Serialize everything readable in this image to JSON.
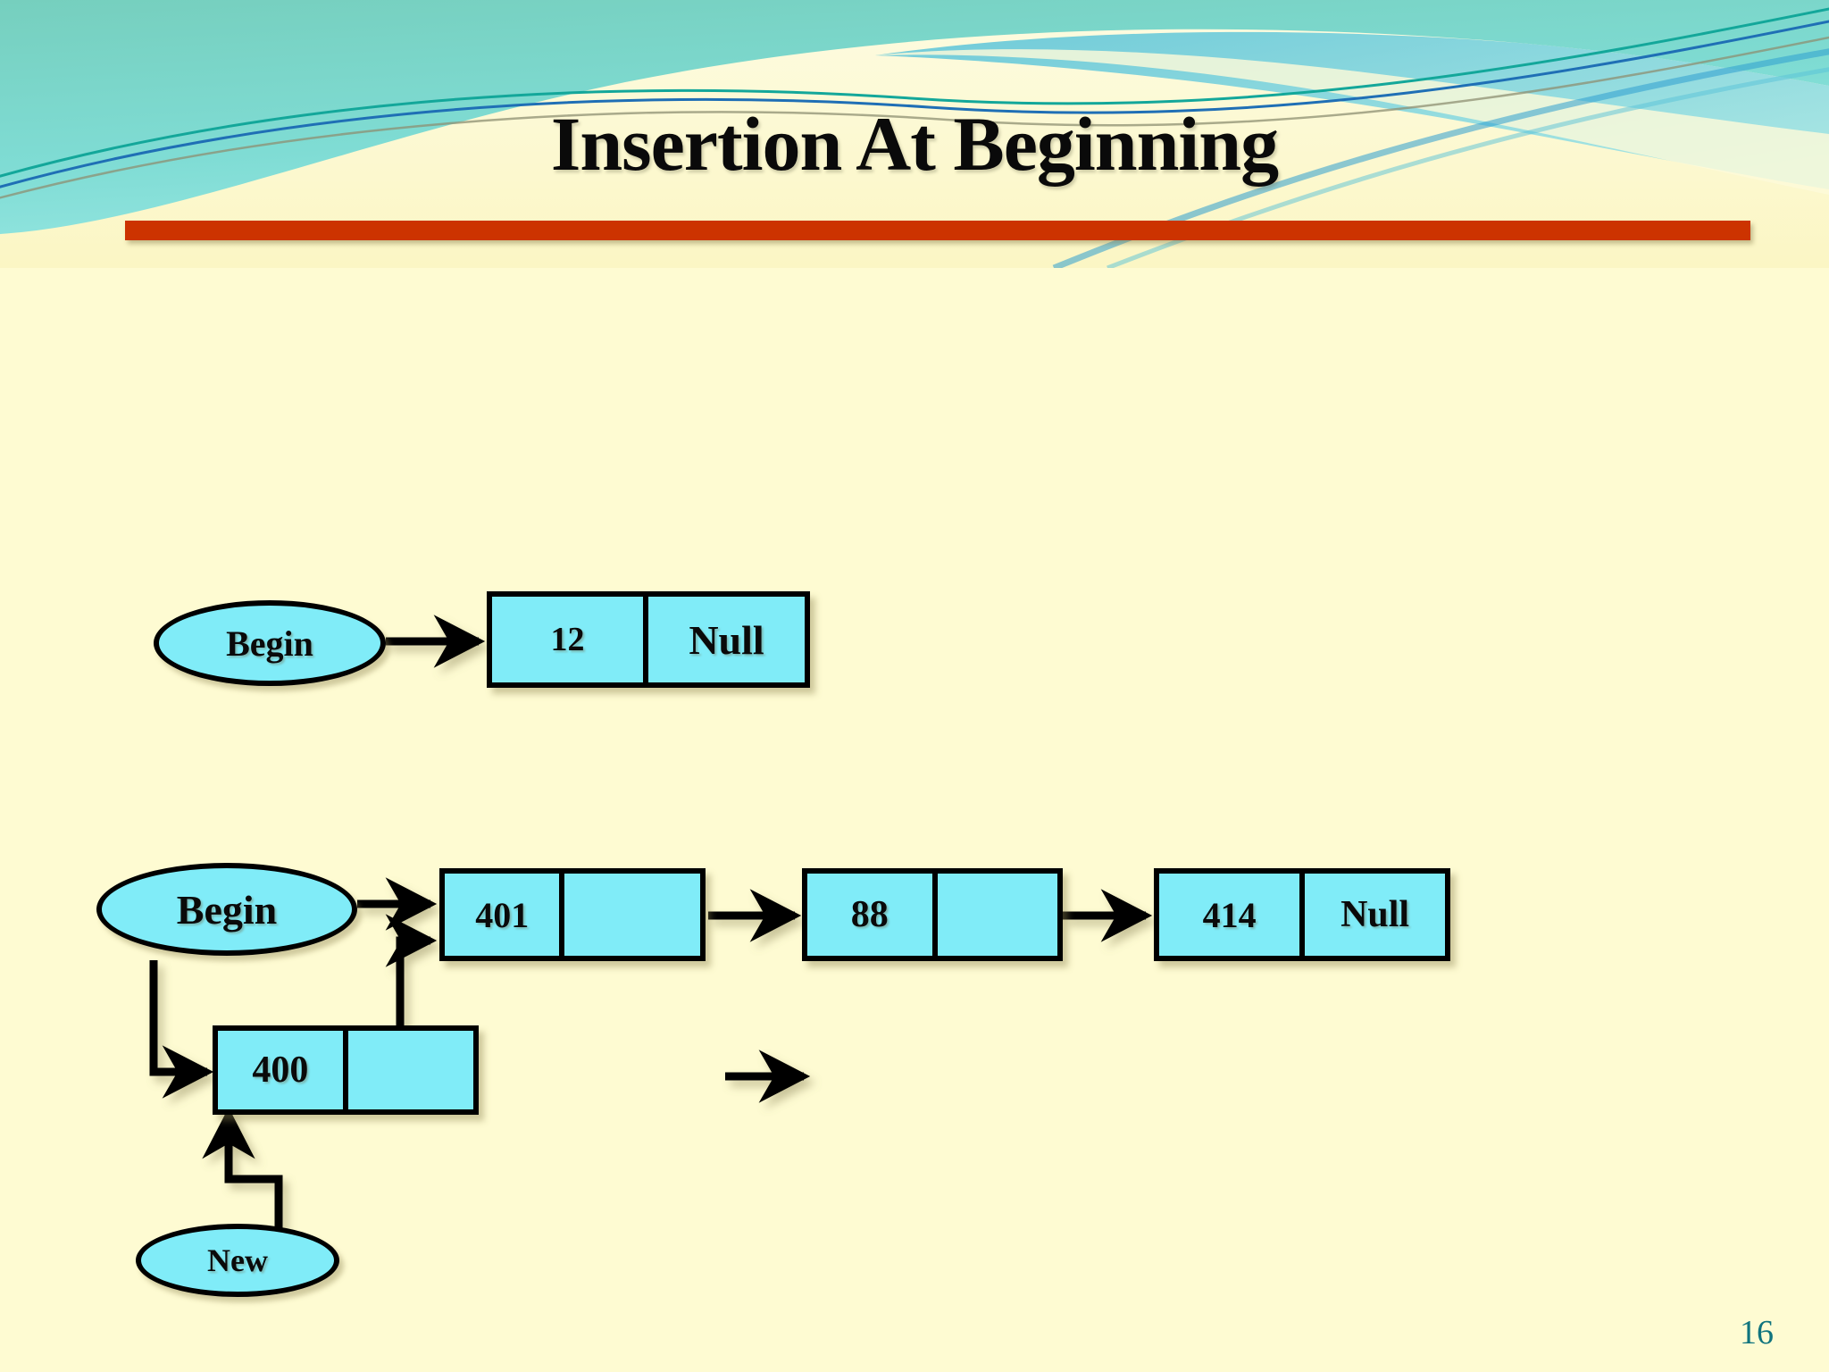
{
  "slide": {
    "title": "Insertion At Beginning",
    "page_number": "16",
    "background_color": "#fefbd2",
    "rule_color": "#cc3300",
    "node_fill_color": "#80ecf8",
    "node_border_color": "#000000",
    "page_number_color": "#10747e",
    "header_colors": {
      "teal_top": "#79d3c4",
      "teal_bottom": "#86e3df",
      "cream": "#fbf7c8",
      "accent_blue": "#1f6fb5",
      "accent_teal": "#13a79a"
    }
  },
  "diagram_before": {
    "caption": "",
    "pointer": {
      "label": "Begin"
    },
    "nodes": [
      {
        "data": "12",
        "next": "Null"
      }
    ]
  },
  "diagram_after": {
    "pointer": {
      "label": "Begin"
    },
    "new_pointer": {
      "label": "New"
    },
    "new_node": {
      "data": "400",
      "next": ""
    },
    "nodes": [
      {
        "data": "401",
        "next": ""
      },
      {
        "data": "88",
        "next": ""
      },
      {
        "data": "414",
        "next": "Null"
      }
    ],
    "standalone_arrow": "arrow-right"
  }
}
